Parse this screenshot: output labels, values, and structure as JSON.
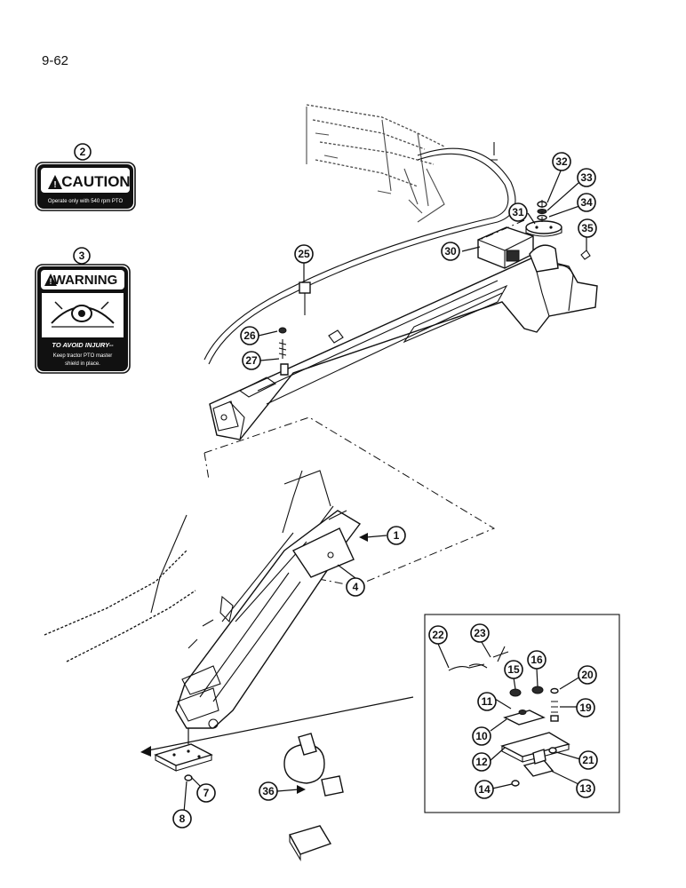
{
  "page": {
    "number": "9-62"
  },
  "decals": {
    "caution": {
      "callout": "2",
      "heading": "CAUTION",
      "text": "Operate only with 540 rpm PTO"
    },
    "warning": {
      "callout": "3",
      "heading": "WARNING",
      "sub_heading": "TO AVOID INJURY--",
      "text_line1": "Keep tractor PTO master",
      "text_line2": "shield in place."
    }
  },
  "callouts": {
    "main": [
      "1",
      "4",
      "7",
      "8",
      "25",
      "26",
      "27",
      "30",
      "31",
      "32",
      "33",
      "34",
      "35",
      "36"
    ],
    "inset": [
      "10",
      "11",
      "12",
      "13",
      "14",
      "15",
      "16",
      "19",
      "20",
      "21",
      "22",
      "23"
    ]
  }
}
